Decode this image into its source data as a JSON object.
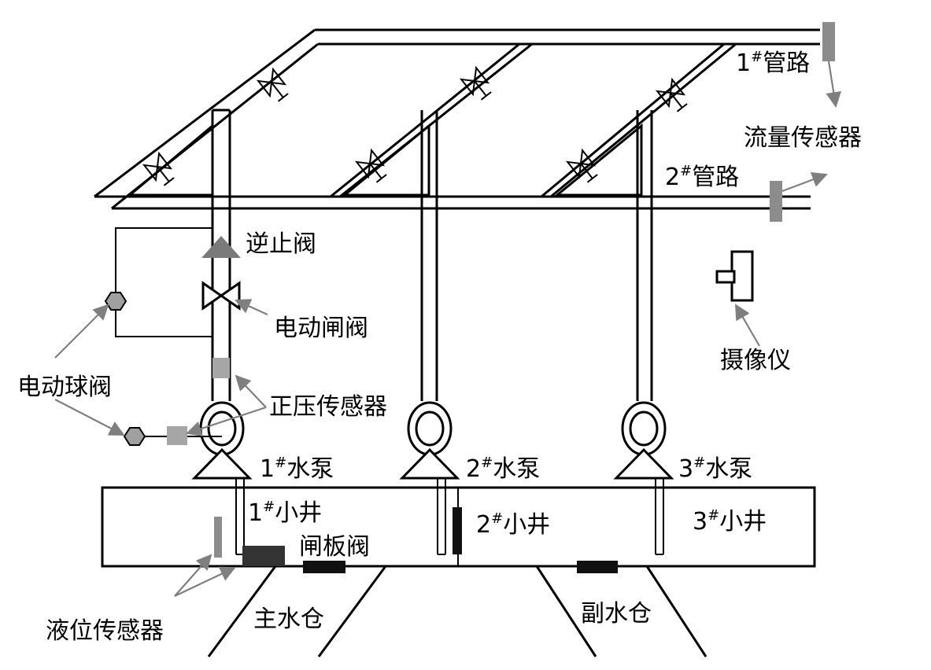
{
  "labels": {
    "pipe1": {
      "num": "1",
      "sup": "#",
      "text": "管路"
    },
    "pipe2": {
      "num": "2",
      "sup": "#",
      "text": "管路"
    },
    "flow_sensor": "流量传感器",
    "check_valve": "逆止阀",
    "electric_gate_valve": "电动闸阀",
    "camera": "摄像仪",
    "electric_ball_valve": "电动球阀",
    "positive_pressure_sensor": "正压传感器",
    "pump1": {
      "num": "1",
      "sup": "#",
      "text": "水泵"
    },
    "pump2": {
      "num": "2",
      "sup": "#",
      "text": "水泵"
    },
    "pump3": {
      "num": "3",
      "sup": "#",
      "text": "水泵"
    },
    "well1": {
      "num": "1",
      "sup": "#",
      "text": "小井"
    },
    "well2": {
      "num": "2",
      "sup": "#",
      "text": "小井"
    },
    "well3": {
      "num": "3",
      "sup": "#",
      "text": "小井"
    },
    "sluice_valve": "闸板阀",
    "level_sensor": "液位传感器",
    "main_sump": "主水仓",
    "aux_sump": "副水仓"
  },
  "colors": {
    "line": "#000000",
    "sensor_gray": "#8c8c8c",
    "arrow_gray": "#7f7f7f",
    "sluice_dark": "#333333",
    "valve_black": "#111111"
  }
}
